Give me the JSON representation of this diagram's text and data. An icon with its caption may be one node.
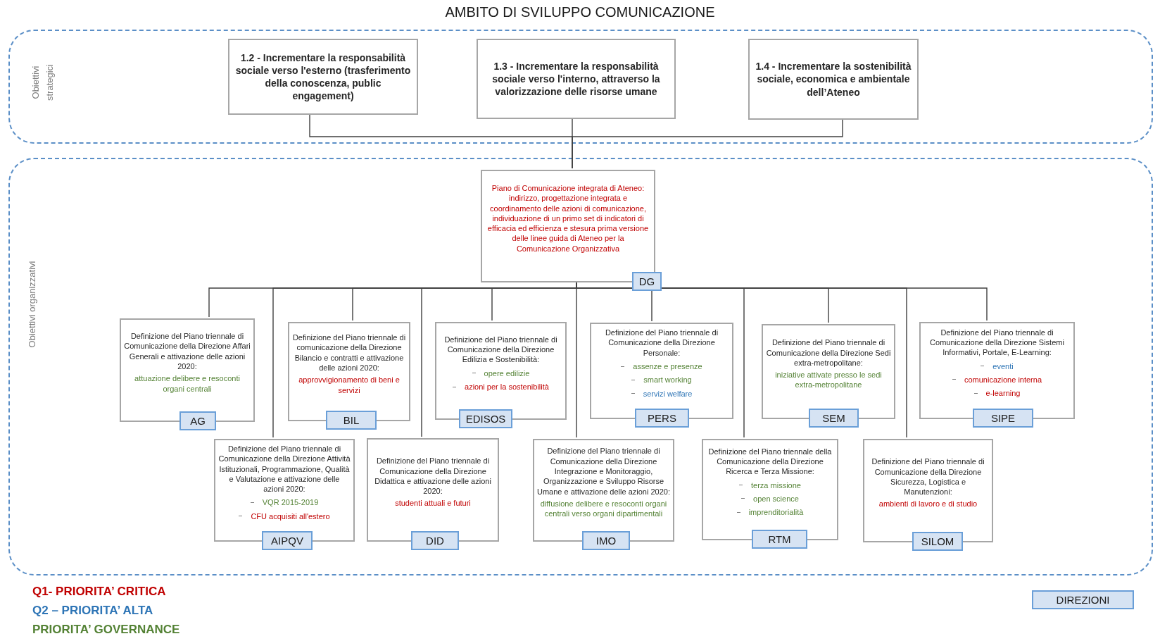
{
  "diagram": {
    "title": "AMBITO DI SVILUPPO COMUNICAZIONE",
    "nodes": [
      {
        "text": [
          "Obiettivi strategici"
        ]
      },
      {
        "text": [
          "1.2 - Incrementare la responsabilità sociale verso l'esterno (trasferimento della conoscenza, public engagement)"
        ],
        "in": 0
      },
      {
        "text": [
          "1.3 - Incrementare la responsabilità sociale verso l'interno, attraverso la valorizzazione delle risorse umane"
        ],
        "in": 0
      },
      {
        "text": [
          "1.4 - Incrementare la sostenibilità sociale, economica e ambientale dell’Ateneo"
        ],
        "in": 0
      },
      {
        "text": [
          "Obiettivi organizzativi"
        ]
      },
      {
        "text": [
          "Piano di Comunicazione integrata di Ateneo: indirizzo, progettazione integrata e coordinamento delle azioni di comunicazione, individuazione di un primo set di indicatori di efficacia ed efficienza e stesura prima versione delle linee guida di Ateneo per la Comunicazione Organizzativa",
          "DG"
        ],
        "in": 4
      },
      {
        "text": [
          "Definizione del Piano triennale di Comunicazione della Direzione Affari Generali e attivazione delle azioni 2020:",
          "attuazione delibere e resoconti organi centrali",
          "AG"
        ],
        "in": 4
      },
      {
        "text": [
          "Definizione del Piano triennale di comunicazione della Direzione Bilancio e contratti e attivazione delle azioni 2020:",
          "approvvigionamento di beni e servizi",
          "BIL"
        ],
        "in": 4
      },
      {
        "text": [
          "Definizione del Piano triennale di Comunicazione della Direzione Edilizia e Sostenibilità:",
          "opere edilizie",
          "azioni per la sostenibilità",
          "EDISOS"
        ],
        "in": 4
      },
      {
        "text": [
          "Definizione del Piano triennale di Comunicazione della Direzione Personale:",
          "assenze e presenze",
          "smart working",
          "servizi welfare",
          "PERS"
        ],
        "in": 4
      },
      {
        "text": [
          "Definizione del Piano triennale di Comunicazione della Direzione Sedi extra-metropolitane:",
          "iniziative attivate presso le sedi extra-metropolitane",
          "SEM"
        ],
        "in": 4
      },
      {
        "text": [
          "Definizione del Piano triennale di Comunicazione della Direzione Sistemi Informativi, Portale, E-Learning:",
          "eventi",
          "comunicazione interna",
          "e-learning",
          "SIPE"
        ],
        "in": 4
      },
      {
        "text": [
          "Definizione del Piano triennale di Comunicazione della Direzione Attività Istituzionali, Programmazione, Qualità e Valutazione e attivazione delle azioni 2020:",
          "VQR 2015-2019",
          "CFU acquisiti all'estero",
          "AIPQV"
        ],
        "in": 4
      },
      {
        "text": [
          "Definizione del Piano triennale di Comunicazione della Direzione Didattica e attivazione delle azioni 2020:",
          "studenti attuali e futuri",
          "DID"
        ],
        "in": 4
      },
      {
        "text": [
          "Definizione del Piano triennale di Comunicazione della Direzione Integrazione e Monitoraggio, Organizzazione e Sviluppo Risorse Umane e attivazione delle azioni 2020:",
          "diffusione delibere e resoconti organi centrali verso organi dipartimentali",
          "IMO"
        ],
        "in": 4
      },
      {
        "text": [
          "Definizione del Piano triennale della Comunicazione della Direzione Ricerca e Terza Missione:",
          "terza missione",
          "open science",
          "imprenditorialità",
          "RTM"
        ],
        "in": 4
      },
      {
        "text": [
          "Definizione del Piano triennale di Comunicazione della Direzione Sicurezza, Logistica e Manutenzioni:",
          "ambienti di lavoro e di studio",
          "SILOM"
        ],
        "in": 4
      }
    ],
    "edges": [
      {
        "from": 1,
        "to": 5,
        "arrow": "none"
      },
      {
        "from": 2,
        "to": 5,
        "arrow": "none"
      },
      {
        "from": 3,
        "to": 5,
        "arrow": "none"
      },
      {
        "from": 5,
        "to": 6,
        "arrow": "none"
      },
      {
        "from": 5,
        "to": 7,
        "arrow": "none"
      },
      {
        "from": 5,
        "to": 8,
        "arrow": "none"
      },
      {
        "from": 5,
        "to": 9,
        "arrow": "none"
      },
      {
        "from": 5,
        "to": 10,
        "arrow": "none"
      },
      {
        "from": 5,
        "to": 11,
        "arrow": "none"
      },
      {
        "from": 5,
        "to": 12,
        "arrow": "none"
      },
      {
        "from": 5,
        "to": 13,
        "arrow": "none"
      },
      {
        "from": 5,
        "to": 14,
        "arrow": "none"
      },
      {
        "from": 5,
        "to": 15,
        "arrow": "none"
      },
      {
        "from": 5,
        "to": 16,
        "arrow": "none"
      }
    ],
    "labels": [
      "DIREZIONI"
    ],
    "legend": [
      {
        "text": "Q1- PRIORITA’ CRITICA",
        "color": "#c00000"
      },
      {
        "text": "Q2 – PRIORITA’ ALTA",
        "color": "#2e75b6"
      },
      {
        "text": "PRIORITA’ GOVERNANCE",
        "color": "#548235"
      }
    ]
  }
}
